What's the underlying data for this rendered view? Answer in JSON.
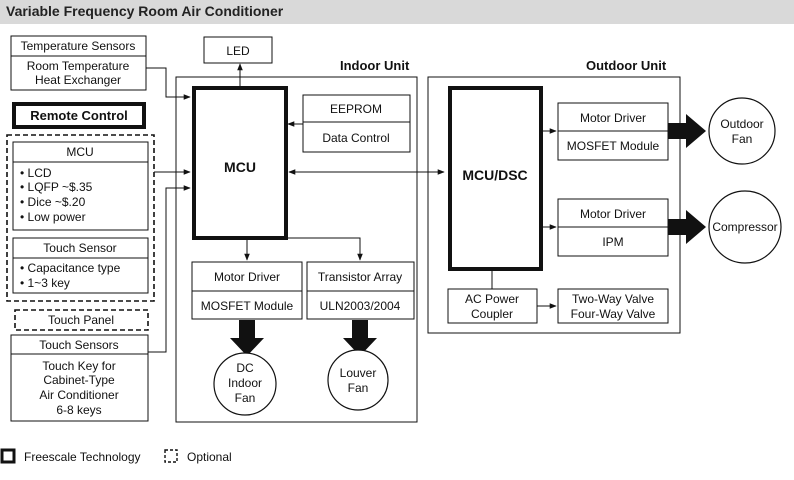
{
  "title": "Variable Frequency Room Air Conditioner",
  "units": {
    "indoor": "Indoor Unit",
    "outdoor": "Outdoor Unit"
  },
  "left": {
    "temp_sensors_header": "Temperature Sensors",
    "temp_sensors_lines": [
      "Room Temperature",
      "Heat Exchanger"
    ],
    "remote_control": "Remote Control",
    "mcu_header": "MCU",
    "mcu_bullets": [
      "• LCD",
      "• LQFP ~$.35",
      "• Dice ~$.20",
      "• Low power"
    ],
    "touch_sensor_header": "Touch Sensor",
    "touch_sensor_bullets": [
      "• Capacitance type",
      "• 1~3 key"
    ],
    "touch_panel": "Touch Panel",
    "touch_sensors_header": "Touch Sensors",
    "touch_sensors_lines": [
      "Touch Key for",
      "Cabinet-Type",
      "Air Conditioner",
      "6-8 keys"
    ]
  },
  "indoor": {
    "led": "LED",
    "mcu": "MCU",
    "eeprom": "EEPROM",
    "data_control": "Data Control",
    "motor_driver": "Motor Driver",
    "mosfet_module": "MOSFET Module",
    "transistor_array": "Transistor Array",
    "uln": "ULN2003/2004",
    "dc_fan": [
      "DC",
      "Indoor",
      "Fan"
    ],
    "louver_fan": [
      "Louver",
      "Fan"
    ]
  },
  "outdoor": {
    "mcu_dsc": "MCU/DSC",
    "motor_driver_1": "Motor Driver",
    "mosfet_module": "MOSFET Module",
    "motor_driver_2": "Motor Driver",
    "ipm": "IPM",
    "ac_power_coupler": [
      "AC Power",
      "Coupler"
    ],
    "valves": [
      "Two-Way Valve",
      "Four-Way Valve"
    ],
    "outdoor_fan": [
      "Outdoor",
      "Fan"
    ],
    "compressor": "Compressor"
  },
  "legend": {
    "freescale": "Freescale Technology",
    "optional": "Optional"
  },
  "colors": {
    "title_bar": "#d9d9d9",
    "line": "#111111"
  }
}
